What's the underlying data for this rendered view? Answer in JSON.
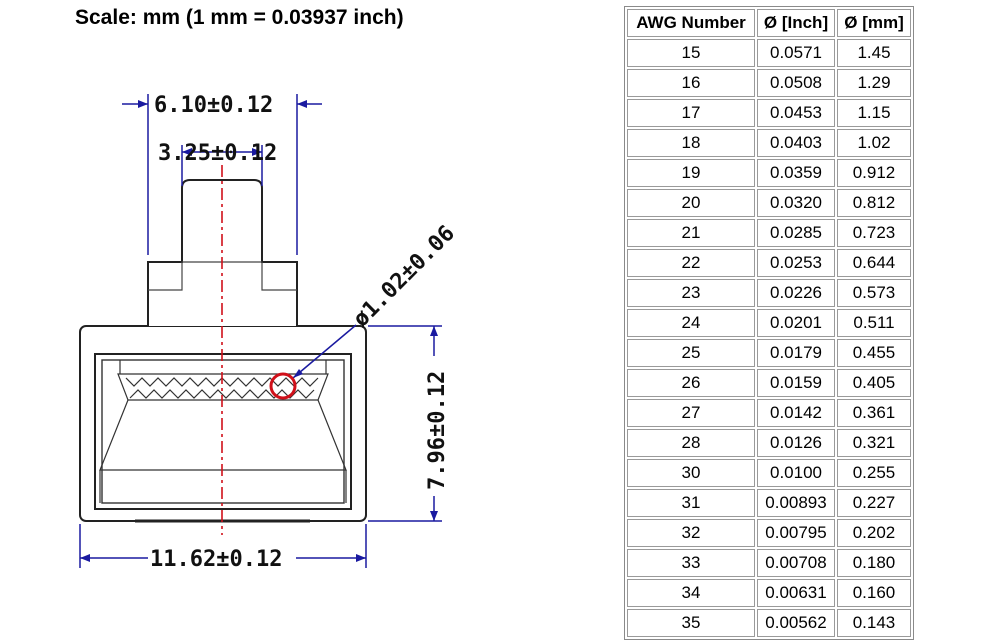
{
  "title": "Scale: mm (1 mm = 0.03937 inch)",
  "drawing": {
    "dim_top_outer": "6.10±0.12",
    "dim_top_inner": "3.25±0.12",
    "dim_bottom": "11.62±0.12",
    "dim_right": "7.96±0.12",
    "dim_wire": "ø1.02±0.06",
    "highlight_color": "#d0101a",
    "dimension_line_color": "#1a1aa0",
    "centerline_color": "#d0101a"
  },
  "table": {
    "headers": [
      "AWG Number",
      "Ø [Inch]",
      "Ø [mm]"
    ],
    "rows": [
      [
        "15",
        "0.0571",
        "1.45"
      ],
      [
        "16",
        "0.0508",
        "1.29"
      ],
      [
        "17",
        "0.0453",
        "1.15"
      ],
      [
        "18",
        "0.0403",
        "1.02"
      ],
      [
        "19",
        "0.0359",
        "0.912"
      ],
      [
        "20",
        "0.0320",
        "0.812"
      ],
      [
        "21",
        "0.0285",
        "0.723"
      ],
      [
        "22",
        "0.0253",
        "0.644"
      ],
      [
        "23",
        "0.0226",
        "0.573"
      ],
      [
        "24",
        "0.0201",
        "0.511"
      ],
      [
        "25",
        "0.0179",
        "0.455"
      ],
      [
        "26",
        "0.0159",
        "0.405"
      ],
      [
        "27",
        "0.0142",
        "0.361"
      ],
      [
        "28",
        "0.0126",
        "0.321"
      ],
      [
        "30",
        "0.0100",
        "0.255"
      ],
      [
        "31",
        "0.00893",
        "0.227"
      ],
      [
        "32",
        "0.00795",
        "0.202"
      ],
      [
        "33",
        "0.00708",
        "0.180"
      ],
      [
        "34",
        "0.00631",
        "0.160"
      ],
      [
        "35",
        "0.00562",
        "0.143"
      ]
    ]
  }
}
